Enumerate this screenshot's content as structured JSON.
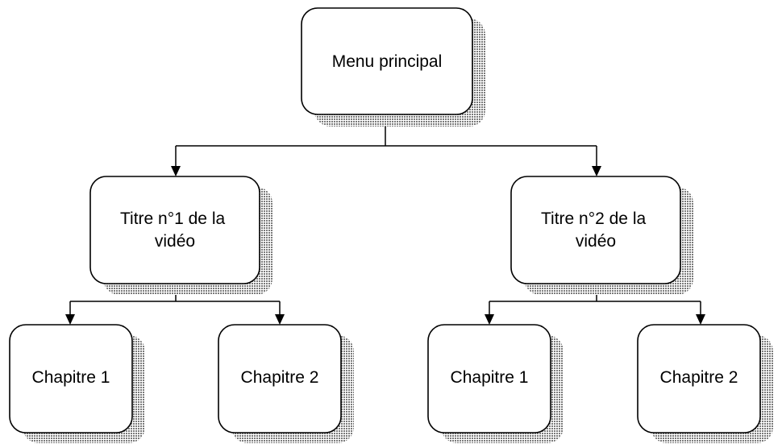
{
  "diagram": {
    "root": {
      "label": "Menu principal",
      "children": [
        {
          "label": [
            "Titre n°1 de la",
            "vidéo"
          ],
          "children": [
            {
              "label": "Chapitre 1"
            },
            {
              "label": "Chapitre 2"
            }
          ]
        },
        {
          "label": [
            "Titre n°2 de la",
            "vidéo"
          ],
          "children": [
            {
              "label": "Chapitre 1"
            },
            {
              "label": "Chapitre 2"
            }
          ]
        }
      ]
    },
    "colors": {
      "box_fill": "#ffffff",
      "box_stroke": "#000000",
      "shadow": "#7a7a7a",
      "connector": "#000000"
    }
  }
}
